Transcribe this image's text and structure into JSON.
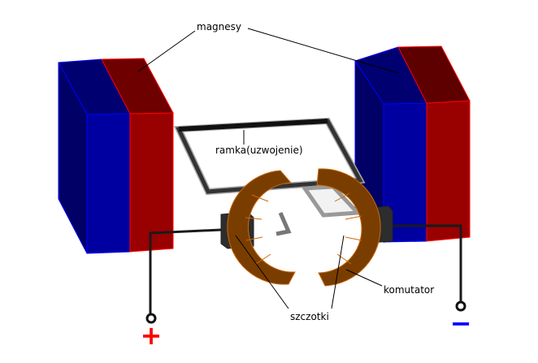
{
  "title": "Silnik prądu stałego",
  "labels": {
    "magnets": "magnesy",
    "frame": "ramka(uzwojenie)",
    "commutator": "komutator",
    "brushes": "szczotki"
  },
  "terminals": {
    "positive": "+",
    "negative": "−"
  },
  "colors": {
    "north_pole": "#990000",
    "south_pole": "#0000a0",
    "commutator": "#7a3d00",
    "positive": "#ff0000",
    "negative": "#0000ff"
  }
}
